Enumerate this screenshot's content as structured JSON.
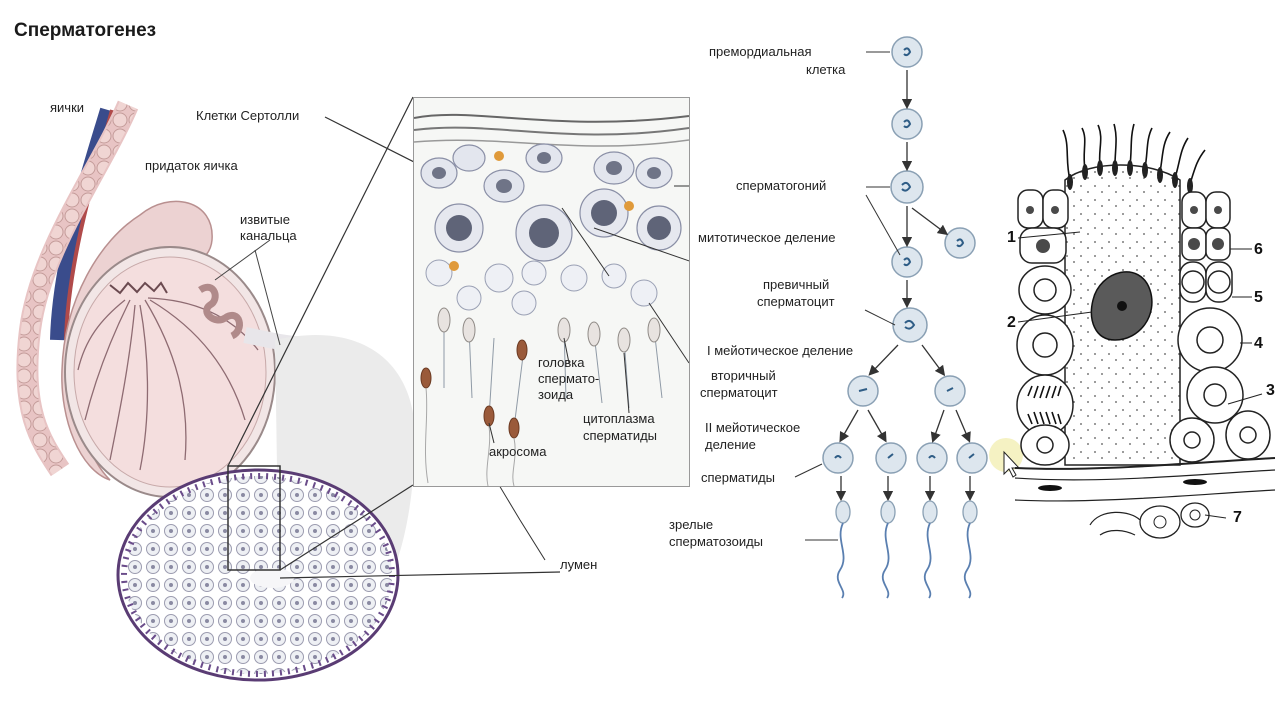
{
  "title": "Сперматогенез",
  "anatomy_labels": {
    "testis": "яички",
    "epididymis": "придаток яичка",
    "tubules_line1": "извитые",
    "tubules_line2": "канальца",
    "sertoli": "Клетки Сертолли",
    "lumen": "лумен"
  },
  "inset_labels": {
    "head_line1": "головка",
    "head_line2": "спермато-",
    "head_line3": "зоида",
    "cytoplasm_line1": "цитоплазма",
    "cytoplasm_line2": "сперматиды",
    "acrosome": "акросома"
  },
  "flow_labels": {
    "primordial_line1": "премордиальная",
    "primordial_line2": "клетка",
    "spermatogonium": "сперматогоний",
    "mitotic": "митотическое деление",
    "primary_line1": "превичный",
    "primary_line2": "сперматоцит",
    "meiosis1": "I мейотическое деление",
    "secondary_line1": "вторичный",
    "secondary_line2": "сперматоцит",
    "meiosis2_line1": "II мейотическое",
    "meiosis2_line2": "деление",
    "spermatids": "сперматиды",
    "mature_line1": "зрелые",
    "mature_line2": "сперматозоиды"
  },
  "section_numbers": [
    "1",
    "2",
    "3",
    "4",
    "5",
    "6",
    "7"
  ],
  "colors": {
    "cell_fill": "#dde6ee",
    "cell_stroke": "#8aa0b4",
    "nucleus": "#2f5d86",
    "tissue": "#f1dfe0",
    "tubule_dot": "#6a4c8a",
    "highlight": "#f3f0b8"
  }
}
